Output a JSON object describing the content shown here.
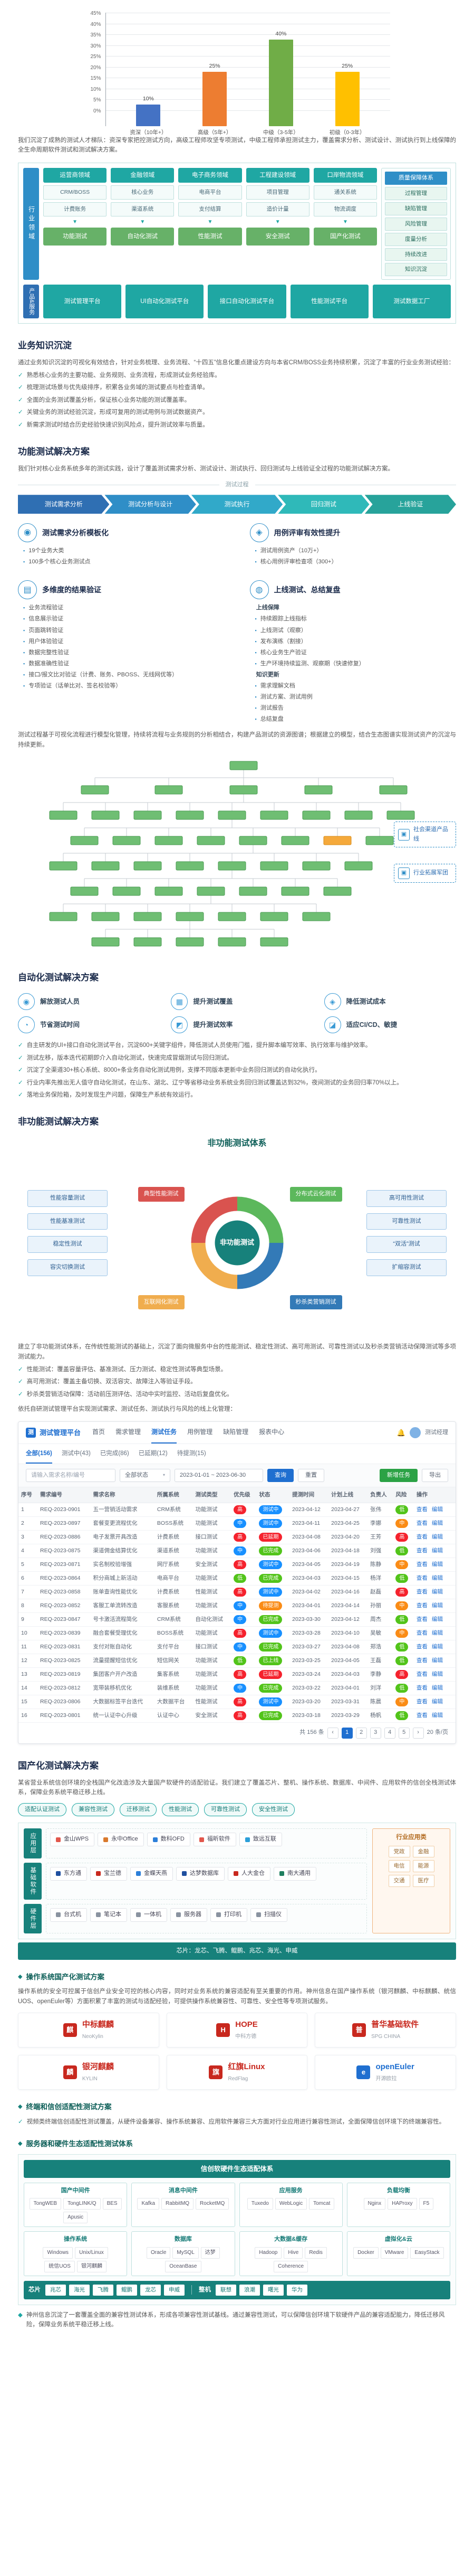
{
  "ui": {
    "check": "✓",
    "bullet": "▪",
    "diamond": "◆",
    "arrow_down": "▼",
    "box": "▣",
    "bell": "🔔",
    "caret": "▾"
  },
  "chart_data": {
    "type": "bar",
    "title": "",
    "categories": [
      "资深（10年+）",
      "高级（5年+）",
      "中级（3-5年）",
      "初级（0-3年）"
    ],
    "values": [
      10,
      25,
      40,
      25
    ],
    "value_labels": [
      "10%",
      "25%",
      "40%",
      "25%"
    ],
    "ylim": [
      0,
      45
    ],
    "yticks": [
      "0%",
      "5%",
      "10%",
      "15%",
      "20%",
      "25%",
      "30%",
      "35%",
      "40%",
      "45%"
    ],
    "colors": [
      "#4472c4",
      "#ed7d31",
      "#70ad47",
      "#ffc000"
    ],
    "xlabel": "",
    "ylabel": "",
    "legend": [],
    "grid": true
  },
  "intro": "我们沉淀了成熟的测试人才梯队：资深专家把控测试方向，高级工程师攻坚专项测试，中级工程师承担测试主力，覆盖需求分析、测试设计、测试执行到上线保障的全生命周期软件测试和测试解决方案。",
  "platform": {
    "left_label": "行业领域",
    "domains": [
      {
        "name": "运营商领域",
        "items": [
          "CRM/BOSS",
          "计费账务"
        ]
      },
      {
        "name": "金融领域",
        "items": [
          "核心业务",
          "渠道系统"
        ]
      },
      {
        "name": "电子商务领域",
        "items": [
          "电商平台",
          "支付结算"
        ]
      },
      {
        "name": "工程建设领域",
        "items": [
          "项目管理",
          "造价计量"
        ]
      },
      {
        "name": "口岸物流领域",
        "items": [
          "通关系统",
          "物流调度"
        ]
      }
    ],
    "capabilities": [
      "功能测试",
      "自动化测试",
      "性能测试",
      "安全测试",
      "国产化测试"
    ],
    "right_panel": {
      "title": "质量保障体系",
      "items": [
        "过程管理",
        "缺陷管理",
        "风险管理",
        "度量分析",
        "持续改进",
        "知识沉淀"
      ]
    },
    "products_label": "产品&服务",
    "products": [
      "测试管理平台",
      "UI自动化测试平台",
      "接口自动化测试平台",
      "性能测试平台",
      "测试数据工厂"
    ]
  },
  "biz": {
    "title": "业务知识沉淀",
    "para": "通过业务知识沉淀的可视化有效结合，针对业务梳理、业务流程、“十四五”信息化重点建设方向与本省CRM/BOSS业务持续积累，沉淀了丰富的行业业务测试经验：",
    "checks": [
      "熟悉核心业务的主要功能、业务规则、业务流程，形成测试业务经验库。",
      "梳理测试场景与优先级排序，积累各业务域的测试要点与检查清单。",
      "全面的业务测试覆盖分析，保证核心业务功能的测试覆盖率。",
      "关键业务的测试经验沉淀，形成可复用的测试用例与测试数据资产。",
      "新需求测试时结合历史经验快速识别风险点，提升测试效率与质量。"
    ]
  },
  "func": {
    "title": "功能测试解决方案",
    "para": "我们针对核心业务系统多年的测试实践，设计了覆盖测试需求分析、测试设计、测试执行、回归测试与上线验证全过程的功能测试解决方案。",
    "flow_label": "测试过程",
    "steps": [
      "测试需求分析",
      "测试分析与设计",
      "测试执行",
      "回归测试",
      "上线验证"
    ]
  },
  "features": [
    {
      "icon": "◉",
      "title": "测试需求分析模板化",
      "items": [
        {
          "text": "19个业务大类"
        },
        {
          "text": "100多个核心业务测试点"
        }
      ]
    },
    {
      "icon": "◈",
      "title": "用例评审有效性提升",
      "items": [
        {
          "text": "测试用例资产（10万+）"
        },
        {
          "text": "核心用例评审检查项（300+）"
        }
      ]
    },
    {
      "icon": "▤",
      "title": "多维度的结果验证",
      "items": [
        {
          "text": "业务流程验证"
        },
        {
          "text": "信息展示验证"
        },
        {
          "text": "页面跳转验证"
        },
        {
          "text": "用户体验验证"
        },
        {
          "text": "数据完整性验证"
        },
        {
          "text": "数据准确性验证"
        },
        {
          "text": "接口/报文比对验证（计费、账务、PBOSS、无线网优等）"
        },
        {
          "text": "专项验证（话单比对、签名校验等）"
        }
      ]
    },
    {
      "icon": "◍",
      "title": "上线测试、总结复盘",
      "items": [
        {
          "text": "上线保障",
          "head": true
        },
        {
          "text": "持续跟踪上线指标"
        },
        {
          "text": "上线测试（观察）"
        },
        {
          "text": "发布演练（割接）"
        },
        {
          "text": "核心业务生产验证"
        },
        {
          "text": "生产环境持续监测、观察期（快速修复）"
        },
        {
          "text": "知识更新",
          "head": true
        },
        {
          "text": "需求理解文档"
        },
        {
          "text": "测试方案、测试用例"
        },
        {
          "text": "测试报告"
        },
        {
          "text": "总结复盘"
        }
      ]
    }
  ],
  "model_para": "测试过程基于可视化流程进行模型化管理，持续将流程与业务规则的分析相结合，构建产品测试的资源图谱；根据建立的模型，结合生态图谱实现测试资产的沉淀与持续更新。",
  "topology": {
    "boxes": [
      {
        "label": "社会渠道产品线"
      },
      {
        "label": "行业拓展军团"
      }
    ]
  },
  "auto": {
    "title": "自动化测试解决方案",
    "chips": [
      {
        "icon": "◉",
        "label": "解放测试人员"
      },
      {
        "icon": "▦",
        "label": "提升测试覆盖"
      },
      {
        "icon": "◈",
        "label": "降低测试成本"
      },
      {
        "icon": "◔",
        "label": "节省测试时间"
      },
      {
        "icon": "◩",
        "label": "提升测试效率"
      },
      {
        "icon": "◪",
        "label": "适应CI/CD、敏捷"
      }
    ],
    "checks": [
      "自主研发的UI+接口自动化测试平台，沉淀600+关键字组件，降低测试人员使用门槛，提升脚本编写效率、执行效率与维护效率。",
      "测试左移，版本迭代初期即介入自动化测试，快速完成冒烟测试与回归测试。",
      "沉淀了全渠道30+核心系统、8000+条业务自动化测试用例，支撑不同版本更新中业务回归测试的自动化执行。",
      "行业内率先推出无人值守自动化测试，在山东、湖北、辽宁等省移动业务系统业务回归测试覆盖达到32%，夜间测试的业务回归率70%以上。",
      "落地业务保险箱，及时发现生产问题，保障生产系统有效运行。"
    ]
  },
  "nonfunc": {
    "title": "非功能测试解决方案",
    "diagram_title": "非功能测试体系",
    "center": "非功能测试",
    "ring": [
      {
        "label": "典型性能测试",
        "color": "#d9534f",
        "pos": "tl"
      },
      {
        "label": "分布式云化测试",
        "color": "#5cb85c",
        "pos": "tr"
      },
      {
        "label": "互联网化测试",
        "color": "#f0ad4e",
        "pos": "bl"
      },
      {
        "label": "秒杀类营销测试",
        "color": "#337ab7",
        "pos": "br"
      }
    ],
    "left_boxes": [
      "性能容量测试",
      "性能基准测试",
      "稳定性测试",
      "容灾切换测试"
    ],
    "right_boxes": [
      "高可用性测试",
      "可靠性测试",
      "“双活”测试",
      "扩缩容测试"
    ],
    "para": "建立了非功能测试体系，在传统性能测试的基础上，沉淀了面向微服务中台的性能测试、稳定性测试、高可用测试、可靠性测试以及秒杀类营销活动保障测试等多项测试能力。",
    "checks": [
      "性能测试：覆盖容量评估、基准测试、压力测试、稳定性测试等典型场景。",
      "高可用测试：覆盖主备切换、双活容灾、故障注入等验证手段。",
      "秒杀类营销活动保障：活动前压测评估、活动中实时监控、活动后复盘优化。"
    ],
    "app_caption": "依托自研测试管理平台实现测试需求、测试任务、测试执行与风险的线上化管理："
  },
  "app": {
    "logo_mark": "测",
    "logo": "测试管理平台",
    "menu": [
      {
        "label": "首页"
      },
      {
        "label": "需求管理"
      },
      {
        "label": "测试任务",
        "active": true
      },
      {
        "label": "用例管理"
      },
      {
        "label": "缺陷管理"
      },
      {
        "label": "报表中心"
      }
    ],
    "user": "测试经理",
    "tabs": [
      {
        "label": "全部",
        "count": "(156)",
        "active": true
      },
      {
        "label": "测试中",
        "count": "(43)"
      },
      {
        "label": "已完成",
        "count": "(86)"
      },
      {
        "label": "已延期",
        "count": "(12)"
      },
      {
        "label": "待提测",
        "count": "(15)"
      }
    ],
    "toolbar": {
      "search_placeholder": "请输入需求名称/编号",
      "status_filter": "全部状态",
      "date_range": "2023-01-01 ~ 2023-06-30",
      "search": "查询",
      "reset": "重置",
      "export": "导出",
      "add": "新增任务"
    },
    "columns": [
      "序号",
      "需求编号",
      "需求名称",
      "所属系统",
      "测试类型",
      "优先级",
      "状态",
      "提测时间",
      "计划上线",
      "负责人",
      "风险",
      "操作"
    ],
    "ops": {
      "view": "查看",
      "edit": "编辑"
    },
    "rows": [
      {
        "n": "1",
        "id": "REQ-2023-0901",
        "name": "五一营销活动需求",
        "sys": "CRM系统",
        "tt": "功能测试",
        "pr": {
          "t": "高",
          "y": "e"
        },
        "st": {
          "t": "测试中",
          "y": "p"
        },
        "sub": "2023-04-12",
        "on": "2023-04-27",
        "ow": "张伟",
        "rk": {
          "t": "低",
          "y": "s"
        }
      },
      {
        "n": "2",
        "id": "REQ-2023-0897",
        "name": "套餐变更流程优化",
        "sys": "BOSS系统",
        "tt": "功能测试",
        "pr": {
          "t": "中",
          "y": "p"
        },
        "st": {
          "t": "测试中",
          "y": "p"
        },
        "sub": "2023-04-11",
        "on": "2023-04-25",
        "ow": "李娜",
        "rk": {
          "t": "中",
          "y": "w"
        }
      },
      {
        "n": "3",
        "id": "REQ-2023-0886",
        "name": "电子发票开具改造",
        "sys": "计费系统",
        "tt": "接口测试",
        "pr": {
          "t": "高",
          "y": "e"
        },
        "st": {
          "t": "已延期",
          "y": "e"
        },
        "sub": "2023-04-08",
        "on": "2023-04-20",
        "ow": "王芳",
        "rk": {
          "t": "高",
          "y": "e"
        }
      },
      {
        "n": "4",
        "id": "REQ-2023-0875",
        "name": "渠道佣金结算优化",
        "sys": "渠道系统",
        "tt": "功能测试",
        "pr": {
          "t": "中",
          "y": "p"
        },
        "st": {
          "t": "已完成",
          "y": "s"
        },
        "sub": "2023-04-06",
        "on": "2023-04-18",
        "ow": "刘强",
        "rk": {
          "t": "低",
          "y": "s"
        }
      },
      {
        "n": "5",
        "id": "REQ-2023-0871",
        "name": "实名制校验增强",
        "sys": "网厅系统",
        "tt": "安全测试",
        "pr": {
          "t": "高",
          "y": "e"
        },
        "st": {
          "t": "测试中",
          "y": "p"
        },
        "sub": "2023-04-05",
        "on": "2023-04-19",
        "ow": "陈静",
        "rk": {
          "t": "中",
          "y": "w"
        }
      },
      {
        "n": "6",
        "id": "REQ-2023-0864",
        "name": "积分商城上新活动",
        "sys": "电商平台",
        "tt": "功能测试",
        "pr": {
          "t": "低",
          "y": "s"
        },
        "st": {
          "t": "已完成",
          "y": "s"
        },
        "sub": "2023-04-03",
        "on": "2023-04-15",
        "ow": "杨洋",
        "rk": {
          "t": "低",
          "y": "s"
        }
      },
      {
        "n": "7",
        "id": "REQ-2023-0858",
        "name": "账单查询性能优化",
        "sys": "计费系统",
        "tt": "性能测试",
        "pr": {
          "t": "高",
          "y": "e"
        },
        "st": {
          "t": "测试中",
          "y": "p"
        },
        "sub": "2023-04-02",
        "on": "2023-04-16",
        "ow": "赵磊",
        "rk": {
          "t": "高",
          "y": "e"
        }
      },
      {
        "n": "8",
        "id": "REQ-2023-0852",
        "name": "客服工单流转改造",
        "sys": "客服系统",
        "tt": "功能测试",
        "pr": {
          "t": "中",
          "y": "p"
        },
        "st": {
          "t": "待提测",
          "y": "w"
        },
        "sub": "2023-04-01",
        "on": "2023-04-14",
        "ow": "孙丽",
        "rk": {
          "t": "中",
          "y": "w"
        }
      },
      {
        "n": "9",
        "id": "REQ-2023-0847",
        "name": "号卡激活流程简化",
        "sys": "CRM系统",
        "tt": "自动化测试",
        "pr": {
          "t": "中",
          "y": "p"
        },
        "st": {
          "t": "已完成",
          "y": "s"
        },
        "sub": "2023-03-30",
        "on": "2023-04-12",
        "ow": "周杰",
        "rk": {
          "t": "低",
          "y": "s"
        }
      },
      {
        "n": "10",
        "id": "REQ-2023-0839",
        "name": "融合套餐受理优化",
        "sys": "BOSS系统",
        "tt": "功能测试",
        "pr": {
          "t": "高",
          "y": "e"
        },
        "st": {
          "t": "测试中",
          "y": "p"
        },
        "sub": "2023-03-28",
        "on": "2023-04-10",
        "ow": "吴敏",
        "rk": {
          "t": "中",
          "y": "w"
        }
      },
      {
        "n": "11",
        "id": "REQ-2023-0831",
        "name": "支付对账自动化",
        "sys": "支付平台",
        "tt": "接口测试",
        "pr": {
          "t": "中",
          "y": "p"
        },
        "st": {
          "t": "已完成",
          "y": "s"
        },
        "sub": "2023-03-27",
        "on": "2023-04-08",
        "ow": "郑浩",
        "rk": {
          "t": "低",
          "y": "s"
        }
      },
      {
        "n": "12",
        "id": "REQ-2023-0825",
        "name": "流量提醒短信优化",
        "sys": "短信网关",
        "tt": "功能测试",
        "pr": {
          "t": "低",
          "y": "s"
        },
        "st": {
          "t": "已上线",
          "y": "s"
        },
        "sub": "2023-03-25",
        "on": "2023-04-05",
        "ow": "王磊",
        "rk": {
          "t": "低",
          "y": "s"
        }
      },
      {
        "n": "13",
        "id": "REQ-2023-0819",
        "name": "集团客户开户改造",
        "sys": "集客系统",
        "tt": "功能测试",
        "pr": {
          "t": "高",
          "y": "e"
        },
        "st": {
          "t": "已延期",
          "y": "e"
        },
        "sub": "2023-03-24",
        "on": "2023-04-03",
        "ow": "李静",
        "rk": {
          "t": "高",
          "y": "e"
        }
      },
      {
        "n": "14",
        "id": "REQ-2023-0812",
        "name": "宽带装移机优化",
        "sys": "装维系统",
        "tt": "功能测试",
        "pr": {
          "t": "中",
          "y": "p"
        },
        "st": {
          "t": "已完成",
          "y": "s"
        },
        "sub": "2023-03-22",
        "on": "2023-04-01",
        "ow": "刘洋",
        "rk": {
          "t": "低",
          "y": "s"
        }
      },
      {
        "n": "15",
        "id": "REQ-2023-0806",
        "name": "大数据标签平台迭代",
        "sys": "大数据平台",
        "tt": "性能测试",
        "pr": {
          "t": "高",
          "y": "e"
        },
        "st": {
          "t": "测试中",
          "y": "p"
        },
        "sub": "2023-03-20",
        "on": "2023-03-31",
        "ow": "陈晨",
        "rk": {
          "t": "中",
          "y": "w"
        }
      },
      {
        "n": "16",
        "id": "REQ-2023-0801",
        "name": "统一认证中心升级",
        "sys": "认证中心",
        "tt": "安全测试",
        "pr": {
          "t": "高",
          "y": "e"
        },
        "st": {
          "t": "已完成",
          "y": "s"
        },
        "sub": "2023-03-18",
        "on": "2023-03-29",
        "ow": "杨帆",
        "rk": {
          "t": "低",
          "y": "s"
        }
      }
    ],
    "pager": {
      "total": "共 156 条",
      "items": [
        {
          "t": "‹"
        },
        {
          "t": "1",
          "on": true
        },
        {
          "t": "2"
        },
        {
          "t": "3"
        },
        {
          "t": "4"
        },
        {
          "t": "5"
        },
        {
          "t": "›"
        }
      ],
      "size": "20 条/页"
    }
  },
  "xinchuang": {
    "title": "国产化测试解决方案",
    "para": "某省营业系统信创环境的全栈国产化改造涉及大量国产软硬件的适配验证。我们建立了覆盖芯片、整机、操作系统、数据库、中间件、应用软件的信创全栈测试体系，保障业务系统平稳迁移上线。",
    "chips": [
      "适配认证测试",
      "兼容性测试",
      "迁移测试",
      "性能测试",
      "可靠性测试",
      "安全性测试"
    ],
    "layers": [
      {
        "label": "应用层",
        "logos": [
          {
            "name": "金山WPS",
            "color": "#e2574c"
          },
          {
            "name": "永中Office",
            "color": "#d9792c"
          },
          {
            "name": "数科OFD",
            "color": "#2c7fd9"
          },
          {
            "name": "福昕软件",
            "color": "#e2574c"
          },
          {
            "name": "致远互联",
            "color": "#2c9fd9"
          }
        ]
      },
      {
        "label": "基础软件",
        "logos": [
          {
            "name": "东方通",
            "color": "#1f4f9f"
          },
          {
            "name": "宝兰德",
            "color": "#c8281e"
          },
          {
            "name": "金蝶天燕",
            "color": "#2c7fd9"
          },
          {
            "name": "达梦数据库",
            "color": "#1f4f9f"
          },
          {
            "name": "人大金仓",
            "color": "#c8281e"
          },
          {
            "name": "南大通用",
            "color": "#1f7f5f"
          }
        ]
      },
      {
        "label": "硬件层",
        "logos": [
          {
            "name": "台式机",
            "color": "#8a93a0"
          },
          {
            "name": "笔记本",
            "color": "#8a93a0"
          },
          {
            "name": "一体机",
            "color": "#8a93a0"
          },
          {
            "name": "服务器",
            "color": "#8a93a0"
          },
          {
            "name": "打印机",
            "color": "#8a93a0"
          },
          {
            "name": "扫描仪",
            "color": "#8a93a0"
          }
        ]
      }
    ],
    "side_panel": {
      "title": "行业应用类",
      "items": [
        "党政",
        "金融",
        "电信",
        "能源",
        "交通",
        "医疗"
      ]
    },
    "chip_bar": "芯片：龙芯、飞腾、鲲鹏、兆芯、海光、申威"
  },
  "os": {
    "head": "操作系统国产化测试方案",
    "bullet": "操作系统的安全可控属于信创产业安全可控的核心内容，同时对业务系统的兼容适配有至关重要的作用。神州信息在国产操作系统（银河麒麟、中标麒麟、统信UOS、openEuler等）方面积累了丰富的测试与适配经验，可提供操作系统兼容性、可靠性、安全性等专项测试服务。",
    "logos": [
      {
        "mark": "麒",
        "name": "中标麒麟",
        "sub": "NeoKylin",
        "color": "#c8281e"
      },
      {
        "mark": "H",
        "name": "HOPE",
        "sub": "中科方德",
        "color": "#c8281e"
      },
      {
        "mark": "普",
        "name": "普华基础软件",
        "sub": "SPG CHINA",
        "color": "#c8281e"
      },
      {
        "mark": "麟",
        "name": "银河麒麟",
        "sub": "KYLIN",
        "color": "#c8281e"
      },
      {
        "mark": "旗",
        "name": "红旗Linux",
        "sub": "RedFlag",
        "color": "#c8281e"
      },
      {
        "mark": "e",
        "name": "openEuler",
        "sub": "开源欧拉",
        "color": "#1f6fd0"
      }
    ]
  },
  "terminal": {
    "head": "终端和信创适配性测试方案",
    "check": "视频类终端信创适配性测试覆盖，从硬件设备兼容、操作系统兼容、应用软件兼容三大方面对行业应用进行兼容性测试，全面保障信创环境下的终端兼容性。"
  },
  "eco": {
    "head": "服务器和硬件生态适配性测试体系",
    "top_bar": "信创软硬件生态适配体系",
    "groups": [
      {
        "title": "国产中间件",
        "items": [
          "TongWEB",
          "TongLINK/Q",
          "BES",
          "Apusic"
        ]
      },
      {
        "title": "消息中间件",
        "items": [
          "Kafka",
          "RabbitMQ",
          "RocketMQ"
        ]
      },
      {
        "title": "应用服务",
        "items": [
          "Tuxedo",
          "WebLogic",
          "Tomcat"
        ]
      },
      {
        "title": "负载均衡",
        "items": [
          "Nginx",
          "HAProxy",
          "F5"
        ]
      },
      {
        "title": "操作系统",
        "items": [
          "Windows",
          "Unix/Linux",
          "统信UOS",
          "银河麒麟"
        ]
      },
      {
        "title": "数据库",
        "items": [
          "Oracle",
          "MySQL",
          "达梦",
          "OceanBase"
        ]
      },
      {
        "title": "大数据&缓存",
        "items": [
          "Hadoop",
          "Hive",
          "Redis",
          "Coherence"
        ]
      },
      {
        "title": "虚拟化&云",
        "items": [
          "Docker",
          "VMware",
          "EasyStack"
        ]
      }
    ],
    "foot": {
      "chip_label": "芯片",
      "chips": [
        "兆芯",
        "海光",
        "飞腾",
        "鲲鹏",
        "龙芯",
        "申威"
      ],
      "server_label": "整机",
      "servers": [
        "联想",
        "浪潮",
        "曙光",
        "华为"
      ]
    }
  },
  "final_check": "神州信息沉淀了一套覆盖全面的兼容性测试体系，形成各项兼容性测试基线。通过兼容性测试，可以保障信创环境下软硬件产品的兼容适配能力，降低迁移风险，保障业务系统平稳迁移上线。"
}
